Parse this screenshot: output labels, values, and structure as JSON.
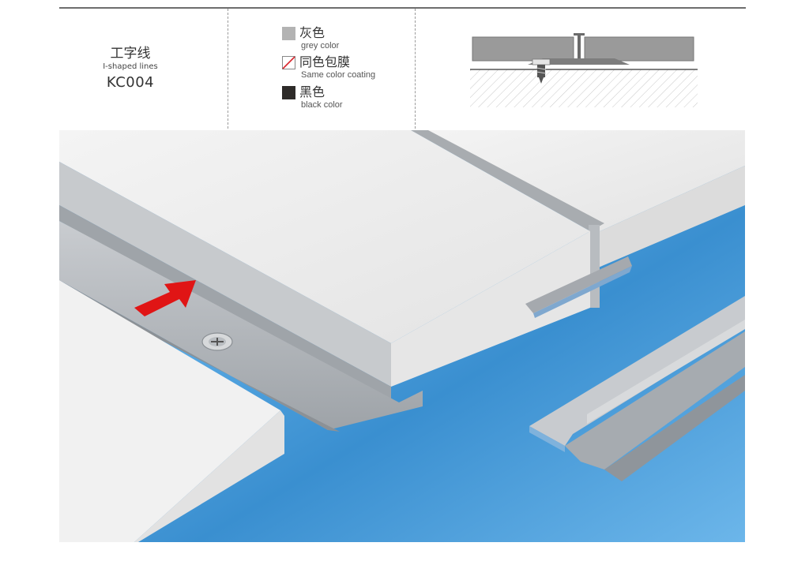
{
  "product": {
    "name_cn": "工字线",
    "name_en": "I-shaped lines",
    "code": "KC004"
  },
  "colors": [
    {
      "name_cn": "灰色",
      "name_en": "grey color",
      "swatch": "#b3b3b3"
    },
    {
      "name_cn": "同色包膜",
      "name_en": "Same color coating",
      "swatch": "#ffffff",
      "slash": "#d9262c"
    },
    {
      "name_cn": "黑色",
      "name_en": "black color",
      "swatch": "#2e2b29"
    }
  ],
  "scene": {
    "floor_color": "#3f8fd2",
    "panel_color": "#ececec",
    "profile_color": "#a9adb1",
    "arrow_color": "#e01515",
    "icons": [
      "cross-section-diagram",
      "screw-icon",
      "arrow-icon"
    ]
  }
}
